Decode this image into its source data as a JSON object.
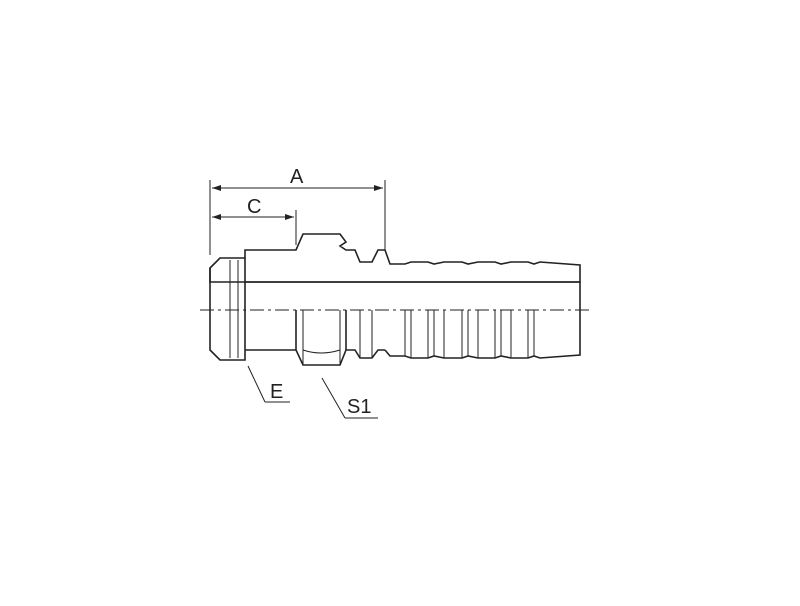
{
  "labels": {
    "a": "A",
    "c": "C",
    "e": "E",
    "s1": "S1"
  }
}
